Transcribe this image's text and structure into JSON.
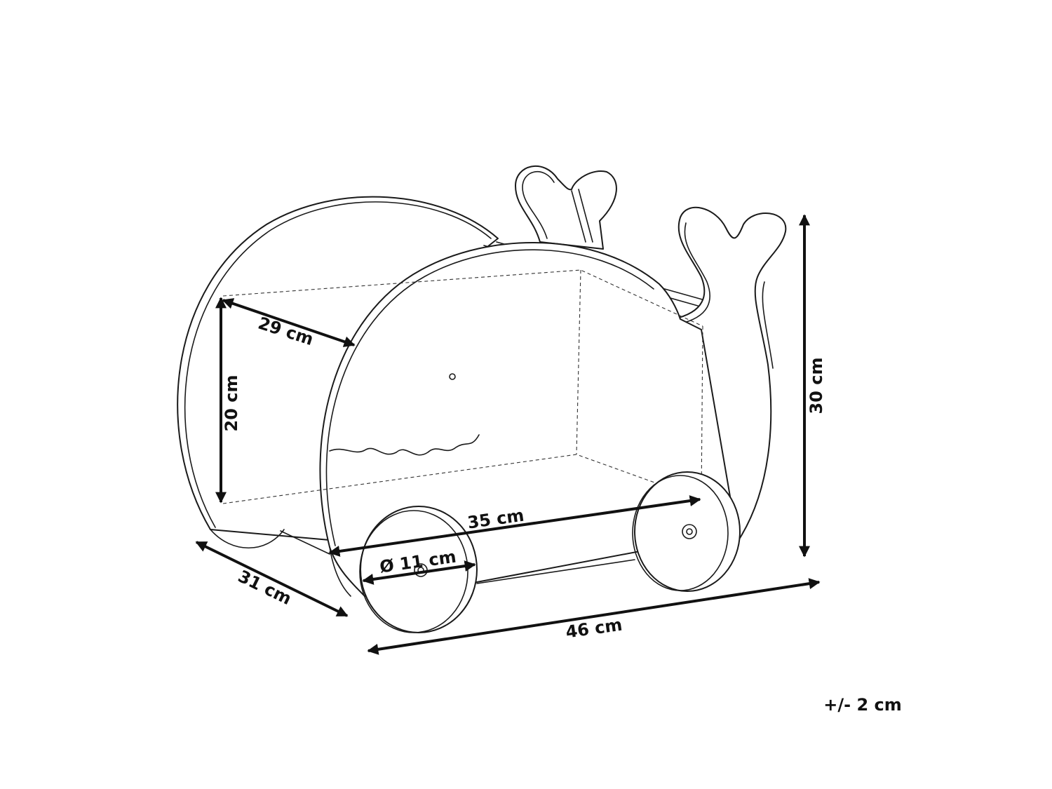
{
  "dimensions": {
    "depth_inner": "29 cm",
    "height_inner": "20 cm",
    "length_inner": "35 cm",
    "wheel_diameter": "Ø 11 cm",
    "depth_overall": "31 cm",
    "length_overall": "46 cm",
    "height_overall": "30 cm"
  },
  "tolerance": "+/- 2 cm",
  "colors": {
    "line": "#1a1a1a",
    "background": "#ffffff"
  }
}
